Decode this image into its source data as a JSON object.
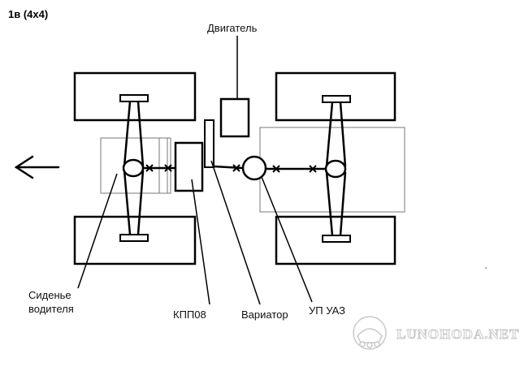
{
  "title": "1в (4х4)",
  "labels": {
    "engine": "Двигатель",
    "seat_line1": "Сиденье",
    "seat_line2": "водителя",
    "gearbox": "КПП08",
    "variator": "Вариатор",
    "axle": "УП УАЗ"
  },
  "watermark": "LUNOHODA.NET",
  "colors": {
    "line": "#000000",
    "thin_line": "#777777",
    "background": "#ffffff"
  },
  "icons": {
    "direction": "arrow-left-icon",
    "logo": "lunohod-logo-icon"
  }
}
